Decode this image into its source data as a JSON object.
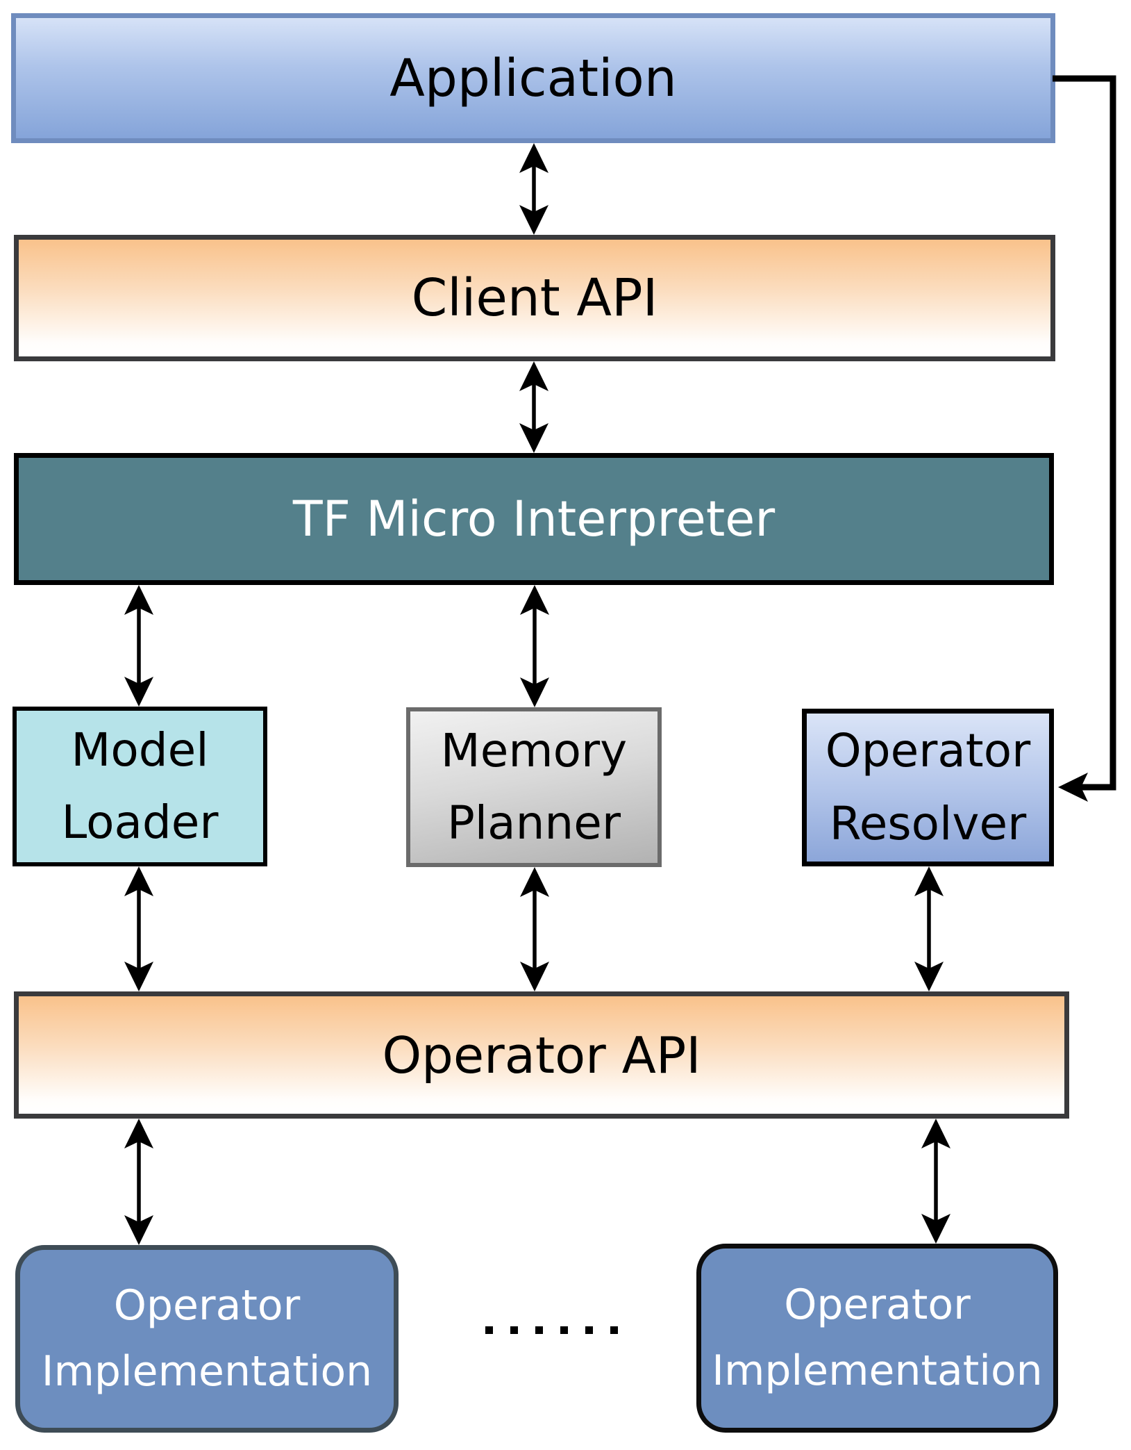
{
  "nodes": {
    "application": {
      "label": "Application"
    },
    "client_api": {
      "label": "Client API"
    },
    "tf_micro_interpreter": {
      "label": "TF Micro Interpreter"
    },
    "model_loader": {
      "line1": "Model",
      "line2": "Loader"
    },
    "memory_planner": {
      "line1": "Memory",
      "line2": "Planner"
    },
    "operator_resolver": {
      "line1": "Operator",
      "line2": "Resolver"
    },
    "operator_api": {
      "label": "Operator API"
    },
    "operator_implementation_left": {
      "line1": "Operator",
      "line2": "Implementation"
    },
    "operator_implementation_right": {
      "line1": "Operator",
      "line2": "Implementation"
    },
    "separator": {
      "dots": "......"
    }
  },
  "colors": {
    "application_fill_top": "#D6E2F7",
    "application_fill_bottom": "#85A4D9",
    "application_border": "#6F8CBE",
    "api_fill_top": "#F9C28B",
    "api_fill_bottom": "#FFFFFF",
    "api_border": "#3A3A3C",
    "interpreter_fill": "#54808B",
    "model_loader_fill": "#B6E3E9",
    "memory_planner_fill_top": "#F1F1F1",
    "memory_planner_fill_bottom": "#B2B2B2",
    "memory_planner_border": "#6B6B6B",
    "operator_resolver_fill_top": "#DAE4F7",
    "operator_resolver_fill_bottom": "#8CA6D9",
    "implementation_fill": "#6D8EBF",
    "implementation_border_left": "#3E4C56",
    "implementation_border_right": "#0D0D0D",
    "arrow": "#000000"
  }
}
